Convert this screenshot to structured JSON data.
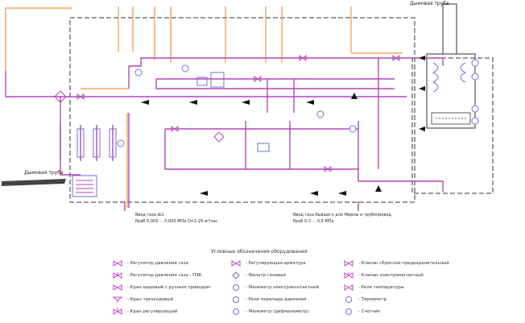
{
  "labels": {
    "chimney_top": "Дымовая труба",
    "chimney_left": "Дымовая труба",
    "inlet1_a": "Ввод газа №1",
    "inlet1_b": "Pраб 0,003 ... 0,005 МПа Q=1-25 м³/час",
    "inlet2_a": "Ввод газа бывшего для Мирны в трубопровод",
    "inlet2_b": "Pраб 0,3 ... 0,5 МПа"
  },
  "legend": {
    "title": "Условные обозначения оборудования",
    "items": [
      {
        "icon": "pressure-regulator-icon",
        "color": "#c040c0",
        "label": "- Регулятор давления газа"
      },
      {
        "icon": "pressure-regulator-pze-icon",
        "color": "#c040c0",
        "label": "- Регулятор давления газа - ПЗК"
      },
      {
        "icon": "ball-valve-icon",
        "color": "#c040c0",
        "label": "- Кран шаровый с ручным приводом"
      },
      {
        "icon": "three-way-valve-icon",
        "color": "#c040c0",
        "label": "- Кран трехходовый"
      },
      {
        "icon": "control-valve-icon",
        "color": "#c040c0",
        "label": "- Кран регулирующий"
      },
      {
        "icon": "regulating-fitting-icon",
        "color": "#c040c0",
        "label": "- Регулирующая арматура"
      },
      {
        "icon": "gas-filter-icon",
        "color": "#6f72d8",
        "label": "- Фильтр газовый"
      },
      {
        "icon": "contact-manometer-icon",
        "color": "#6f72d8",
        "label": "- Манометр электроконтактный"
      },
      {
        "icon": "pressure-drop-relay-icon",
        "color": "#6f72d8",
        "label": "- Реле перепада давления"
      },
      {
        "icon": "differential-manometer-icon",
        "color": "#6f72d8",
        "label": "- Манометр (дифманометр)"
      },
      {
        "icon": "relief-valve-icon",
        "color": "#c040c0",
        "label": "- Клапан сбросной предохранительный"
      },
      {
        "icon": "solenoid-valve-icon",
        "color": "#c040c0",
        "label": "- Клапан электромагнитный"
      },
      {
        "icon": "temperature-relay-icon",
        "color": "#c040c0",
        "label": "- Реле температуры"
      },
      {
        "icon": "thermometer-icon",
        "color": "#6f72d8",
        "label": "- Термометр"
      },
      {
        "icon": "meter-icon",
        "color": "#6f72d8",
        "label": "- Счетчик"
      }
    ]
  },
  "colors": {
    "gas_line": "#b347b8",
    "orange_line": "#f0963c",
    "frame": "#333333",
    "equipment": "#6f72d8"
  }
}
